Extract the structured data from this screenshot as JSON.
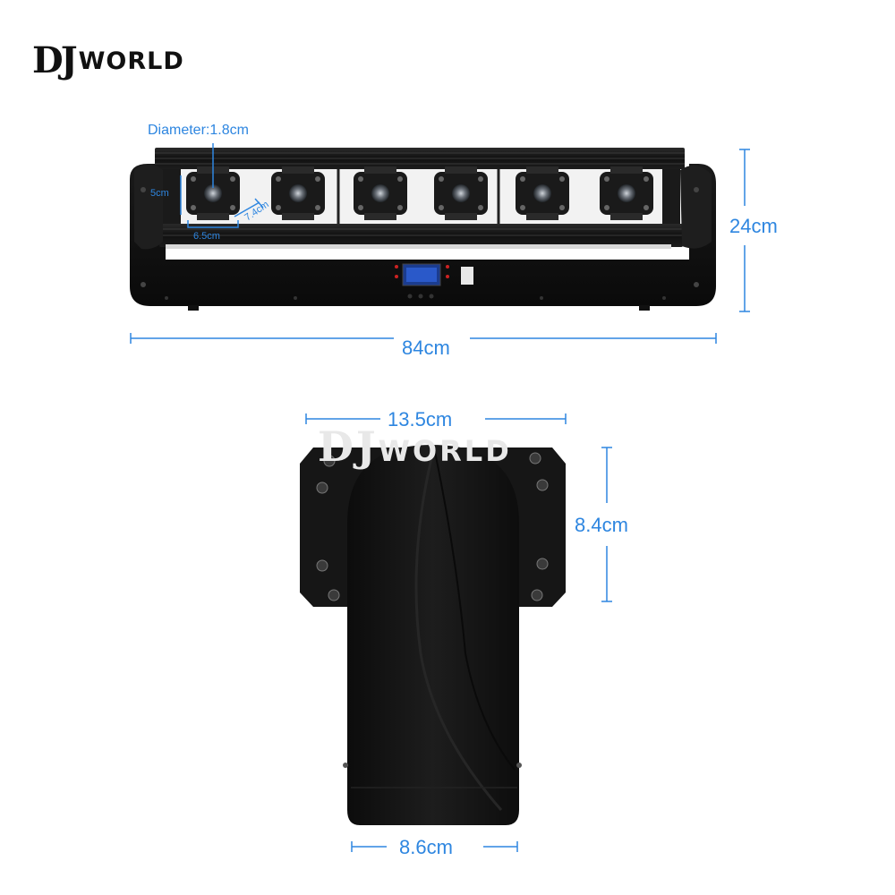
{
  "brand": {
    "mark": "DJ",
    "word": "WORLD"
  },
  "watermark": {
    "mark": "DJ",
    "word": "WORLD"
  },
  "dimensions": {
    "diameter": "Diameter:1.8cm",
    "head_height": "5cm",
    "head_depth": "7.4cm",
    "head_width": "6.5cm",
    "total_height": "24cm",
    "total_length": "84cm",
    "side_width": "13.5cm",
    "side_height": "8.4cm",
    "side_bottom_width": "8.6cm"
  },
  "colors": {
    "dimension": "#2e86e0",
    "fixture": "#141414"
  }
}
